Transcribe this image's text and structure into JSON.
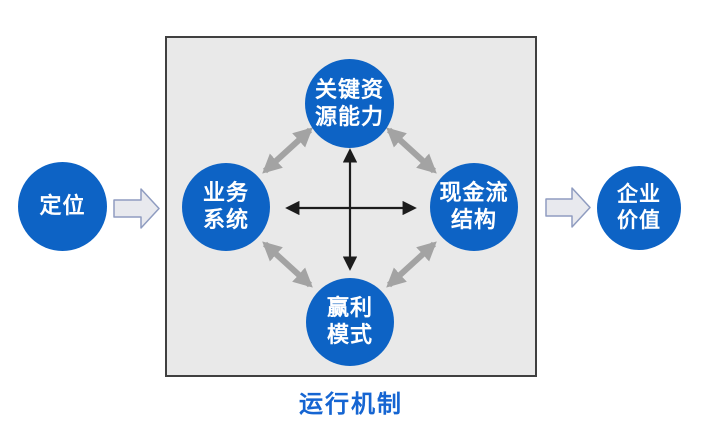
{
  "diagram": {
    "caption": "运行机制",
    "nodes": {
      "positioning": {
        "lines": [
          "定位"
        ]
      },
      "key_resources": {
        "lines": [
          "关键资",
          "源能力"
        ]
      },
      "business_system": {
        "lines": [
          "业务",
          "系统"
        ]
      },
      "cash_flow": {
        "lines": [
          "现金流",
          "结构"
        ]
      },
      "profit_model": {
        "lines": [
          "赢利",
          "模式"
        ]
      },
      "enterprise_value": {
        "lines": [
          "企业",
          "价值"
        ]
      }
    },
    "colors": {
      "node_fill": "#0d63c5",
      "node_text": "#ffffff",
      "caption_text": "#1565d2",
      "box_bg": "#e9e9e9",
      "box_border": "#404040",
      "gray_arrow": "#a3a3a3",
      "black_arrow": "#1c1c1c",
      "block_arrow_fill": "#e8e9ee",
      "block_arrow_stroke": "#8f9cc0",
      "page_bg": "#ffffff"
    }
  }
}
